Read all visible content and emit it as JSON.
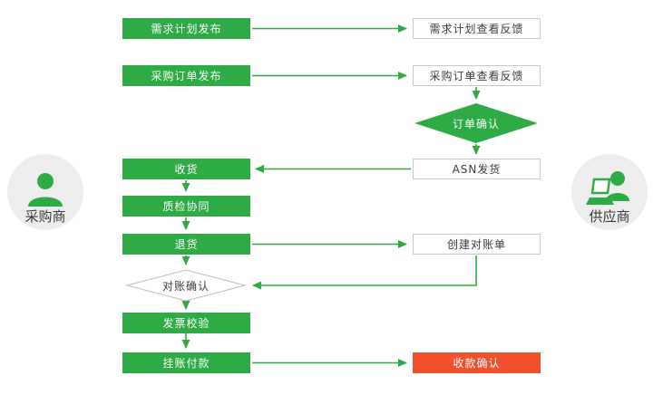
{
  "colors": {
    "green": "#2eab44",
    "red": "#f1502f",
    "white_box_border": "#c9c9c9",
    "text_dark": "#3c3c3c",
    "actor_circle_bg": "#ededed"
  },
  "actors": {
    "buyer": {
      "label": "采购商"
    },
    "supplier": {
      "label": "供应商"
    }
  },
  "nodes": [
    {
      "id": "demand-plan-publish",
      "label": "需求计划发布",
      "style": "green-box"
    },
    {
      "id": "demand-plan-feedback",
      "label": "需求计划查看反馈",
      "style": "white-box"
    },
    {
      "id": "po-publish",
      "label": "采购订单发布",
      "style": "green-box"
    },
    {
      "id": "po-feedback",
      "label": "采购订单查看反馈",
      "style": "white-box"
    },
    {
      "id": "order-confirm",
      "label": "订单确认",
      "style": "green-diamond"
    },
    {
      "id": "asn-ship",
      "label": "ASN发货",
      "style": "white-box"
    },
    {
      "id": "receive-goods",
      "label": "收货",
      "style": "green-box"
    },
    {
      "id": "quality-check",
      "label": "质检协同",
      "style": "green-box"
    },
    {
      "id": "return-goods",
      "label": "退货",
      "style": "green-box"
    },
    {
      "id": "create-statement",
      "label": "创建对账单",
      "style": "white-box"
    },
    {
      "id": "reconcile-confirm",
      "label": "对账确认",
      "style": "white-diamond"
    },
    {
      "id": "invoice-verify",
      "label": "发票校验",
      "style": "green-box"
    },
    {
      "id": "ledger-payment",
      "label": "挂账付款",
      "style": "green-box"
    },
    {
      "id": "receipt-confirm",
      "label": "收款确认",
      "style": "red-box"
    }
  ]
}
